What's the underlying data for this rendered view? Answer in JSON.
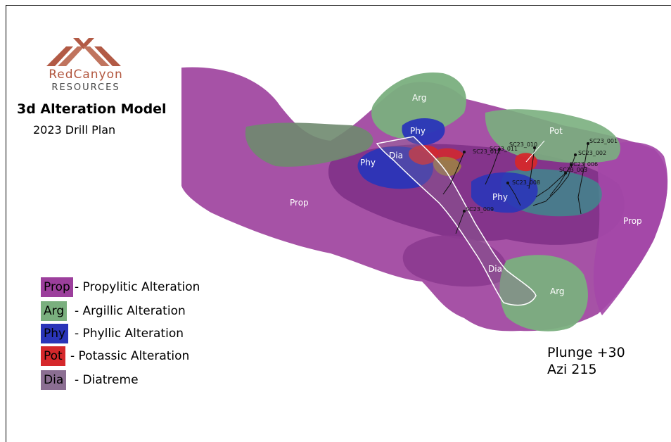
{
  "logo": {
    "name": "RedCanyon",
    "sub": "RESOURCES"
  },
  "title": "3d Alteration Model",
  "subtitle": "2023 Drill Plan",
  "colors": {
    "propylitic": "#9c3f9c",
    "argillic": "#7aaf7e",
    "phyllic": "#2a35b8",
    "potassic": "#d5282b",
    "diatreme": "#8b6e92"
  },
  "legend": [
    {
      "code": "Prop",
      "desc": "- Propylitic Alteration",
      "color": "#9c3f9c"
    },
    {
      "code": "Arg",
      "desc": "- Argillic Alteration",
      "color": "#7aaf7e"
    },
    {
      "code": "Phy",
      "desc": "- Phyllic Alteration",
      "color": "#2a35b8"
    },
    {
      "code": "Pot",
      "desc": "- Potassic Alteration",
      "color": "#d5282b"
    },
    {
      "code": "Dia",
      "desc": "- Diatreme",
      "color": "#8b6e92"
    }
  ],
  "view": {
    "plunge": "Plunge +30",
    "azimuth": "Azi 215"
  },
  "model_labels": {
    "arg_top": "Arg",
    "phy_a": "Phy",
    "phy_b": "Phy",
    "phy_c": "Phy",
    "dia_a": "Dia",
    "dia_b": "Dia",
    "pot": "Pot",
    "prop_left": "Prop",
    "prop_right": "Prop",
    "arg_bottom": "Arg"
  },
  "drill_holes": {
    "h001": "SC23_001",
    "h002": "SC23_002",
    "h003": "SC23_003",
    "h006": "SC23_006",
    "h008": "SC23_008",
    "h009": "SC23_009",
    "h010": "SC23_010",
    "h011": "SC23_011",
    "h012": "SC23_012"
  }
}
